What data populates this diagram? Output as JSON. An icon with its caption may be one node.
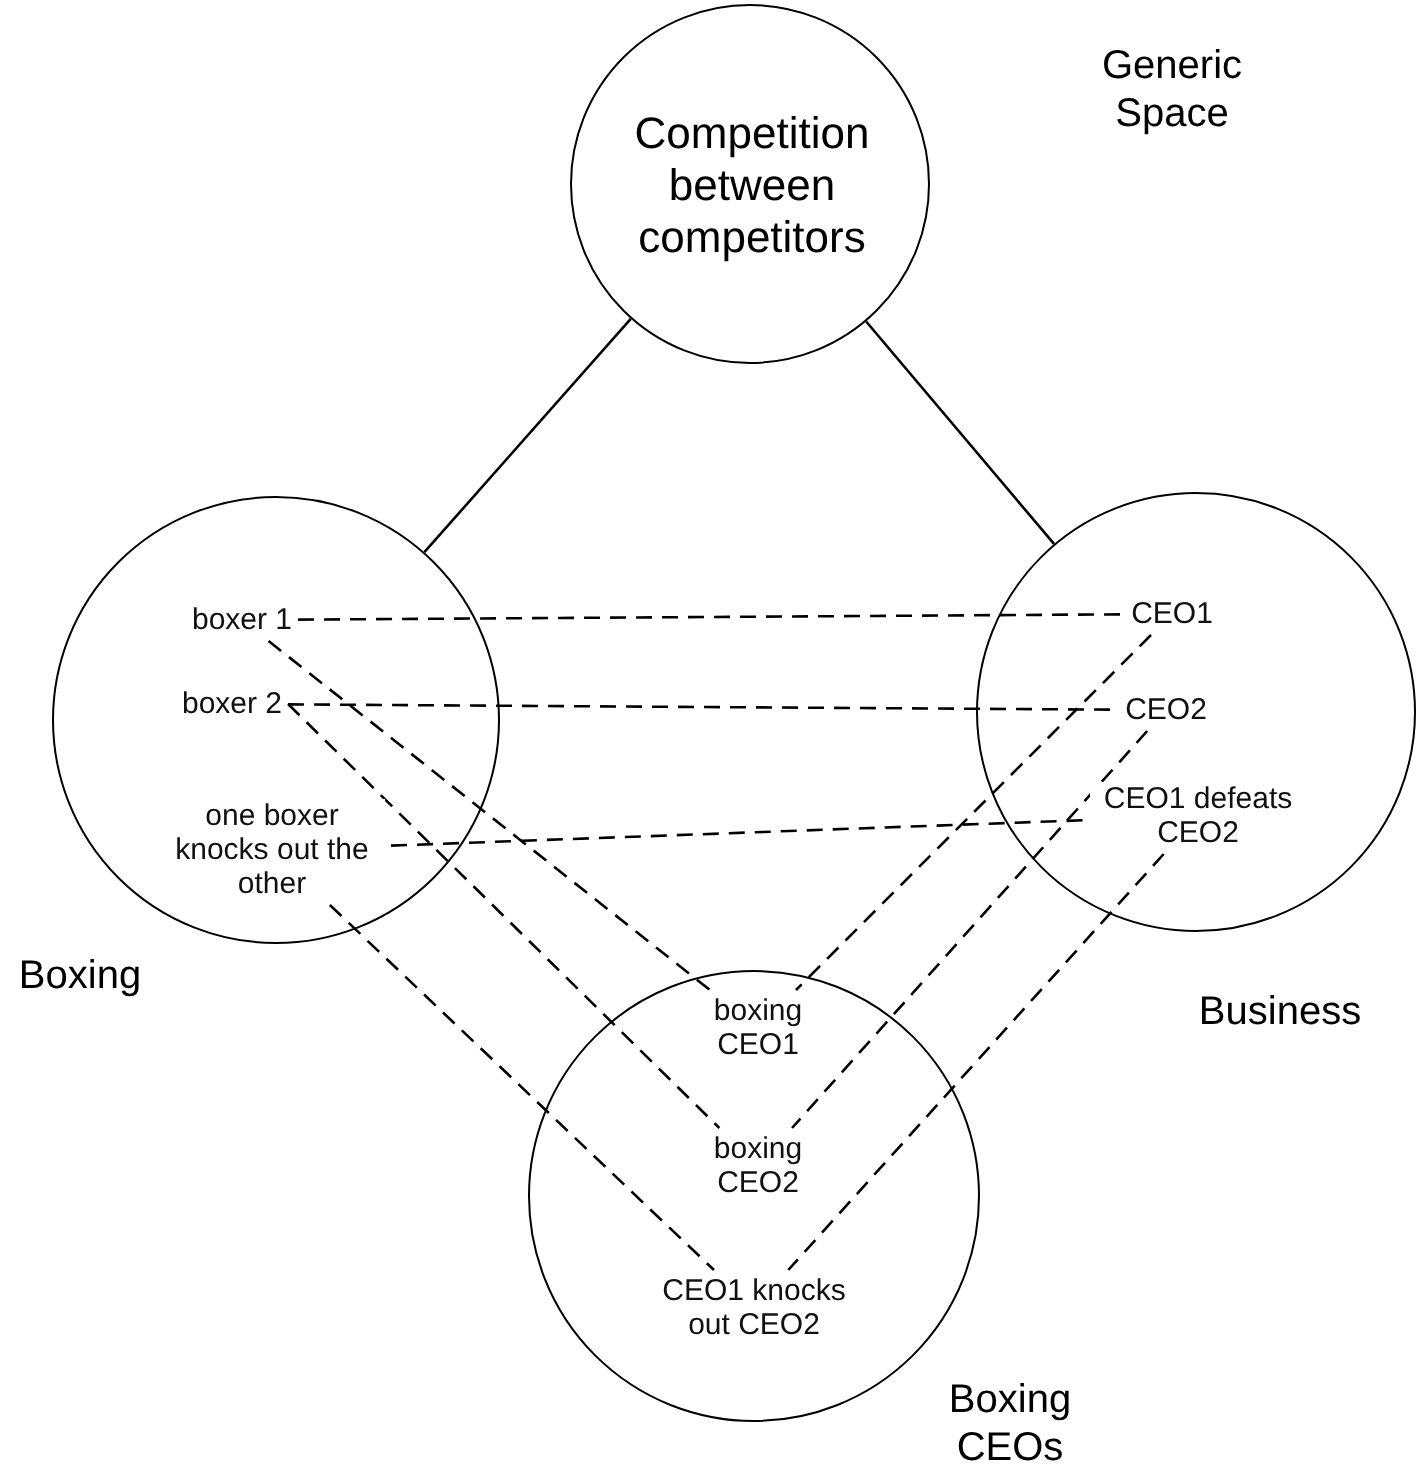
{
  "diagram": {
    "nodes": [
      {
        "text": [
          "Competition between competitors"
        ]
      },
      {
        "text": [],
        "shape": "circle",
        "beside": [
          "Boxing"
        ]
      },
      {
        "text": [
          "boxer 1"
        ],
        "in": 1
      },
      {
        "text": [
          "boxer 2"
        ],
        "in": 1
      },
      {
        "text": [
          "one boxer knocks out the other"
        ],
        "in": 1
      },
      {
        "text": [],
        "shape": "circle",
        "beside": [
          "Business"
        ]
      },
      {
        "text": [
          "CEO1"
        ],
        "in": 5
      },
      {
        "text": [
          "CEO2"
        ],
        "in": 5
      },
      {
        "text": [
          "CEO1 defeats CEO2"
        ],
        "in": 5
      },
      {
        "text": [],
        "shape": "circle",
        "beside": [
          "Boxing CEOs"
        ]
      },
      {
        "text": [
          "boxing CEO1"
        ],
        "in": 9
      },
      {
        "text": [
          "boxing CEO2"
        ],
        "in": 9
      },
      {
        "text": [
          "CEO1 knocks out CEO2"
        ],
        "in": 9
      }
    ],
    "edges": [
      {
        "from": 0,
        "to": 1,
        "arrow": "none"
      },
      {
        "from": 0,
        "to": 5,
        "arrow": "none"
      },
      {
        "from": 2,
        "to": 6,
        "arrow": "none",
        "style": "dashed"
      },
      {
        "from": 3,
        "to": 7,
        "arrow": "none",
        "style": "dashed"
      },
      {
        "from": 4,
        "to": 8,
        "arrow": "none",
        "style": "dashed"
      },
      {
        "from": 2,
        "to": 10,
        "arrow": "none",
        "style": "dashed"
      },
      {
        "from": 3,
        "to": 11,
        "arrow": "none",
        "style": "dashed"
      },
      {
        "from": 4,
        "to": 12,
        "arrow": "none",
        "style": "dashed"
      },
      {
        "from": 6,
        "to": 10,
        "arrow": "none",
        "style": "dashed"
      },
      {
        "from": 7,
        "to": 11,
        "arrow": "none",
        "style": "dashed"
      },
      {
        "from": 8,
        "to": 12,
        "arrow": "none",
        "style": "dashed"
      }
    ],
    "labels": [
      "Generic Space"
    ]
  }
}
